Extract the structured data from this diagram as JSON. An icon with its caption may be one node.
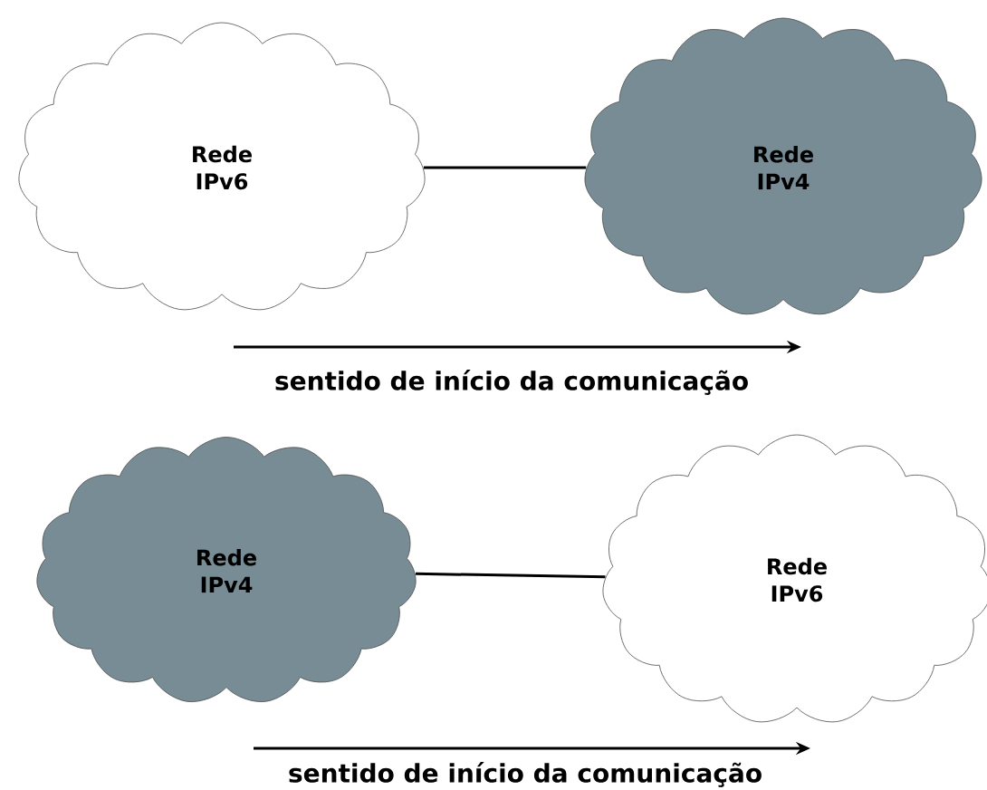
{
  "diagram": {
    "nodes": [
      {
        "text": [
          "Rede IPv6"
        ]
      },
      {
        "text": [
          "Rede IPv4"
        ]
      },
      {
        "text": [
          "Rede IPv4"
        ]
      },
      {
        "text": [
          "Rede IPv6"
        ]
      }
    ],
    "edges": [
      {
        "from": 0,
        "to": 1,
        "arrow": "none"
      },
      {
        "from": 2,
        "to": 3,
        "arrow": "none"
      }
    ],
    "labels": [
      "sentido de início da comunicação",
      "sentido de início da comunicação"
    ]
  }
}
